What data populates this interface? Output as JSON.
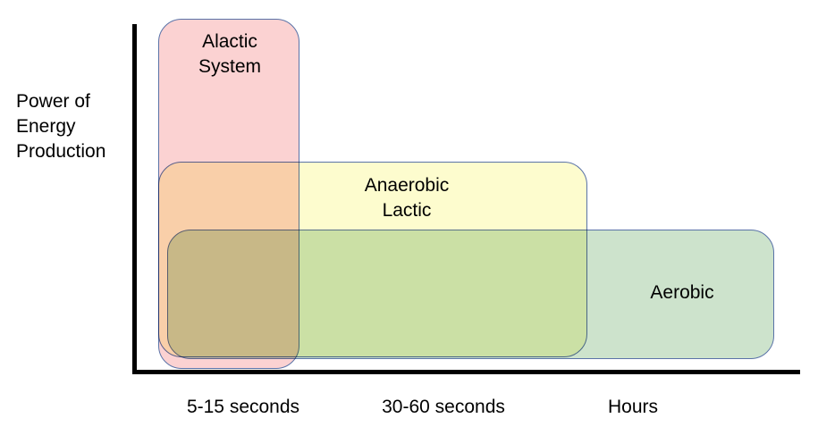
{
  "chart_data": {
    "type": "diagram",
    "title": "",
    "xlabel": "",
    "ylabel": "Power of\nEnergy\nProduction",
    "grid": false,
    "legend": "none",
    "x_tick_labels": [
      "5-15 seconds",
      "30-60 seconds",
      "Hours"
    ],
    "categories": [
      "Alactic System",
      "Anaerobic Lactic",
      "Aerobic"
    ],
    "series": [
      {
        "name": "Alactic System",
        "label": "Alactic\nSystem",
        "duration": "5-15 seconds",
        "relative_power": 100,
        "relative_duration": 1,
        "color": "#fbd2d2",
        "border_color": "#5a73a8"
      },
      {
        "name": "Anaerobic Lactic",
        "label": "Anaerobic\nLactic",
        "duration": "30-60 seconds",
        "relative_power": 59,
        "relative_duration": 3,
        "color": "#fdfcce",
        "border_color": "#5a73a8"
      },
      {
        "name": "Aerobic",
        "label": "Aerobic",
        "duration": "Hours",
        "relative_power": 39,
        "relative_duration": 5,
        "color": "#cde3cc",
        "border_color": "#5a73a8"
      }
    ],
    "overlap_colors": {
      "alactic_anaerobic": "#fbdca8",
      "anaerobic_aerobic": "#cbdca8",
      "all_three": "#ccc784"
    },
    "axis_color": "#000000"
  },
  "axes": {
    "y_label": "Power of\nEnergy\nProduction",
    "x_ticks": [
      {
        "label": "5-15 seconds"
      },
      {
        "label": "30-60 seconds"
      },
      {
        "label": "Hours"
      }
    ]
  },
  "boxes": {
    "alactic": {
      "label": "Alactic\nSystem"
    },
    "anaerobic": {
      "label": "Anaerobic\nLactic"
    },
    "aerobic": {
      "label": "Aerobic"
    }
  }
}
